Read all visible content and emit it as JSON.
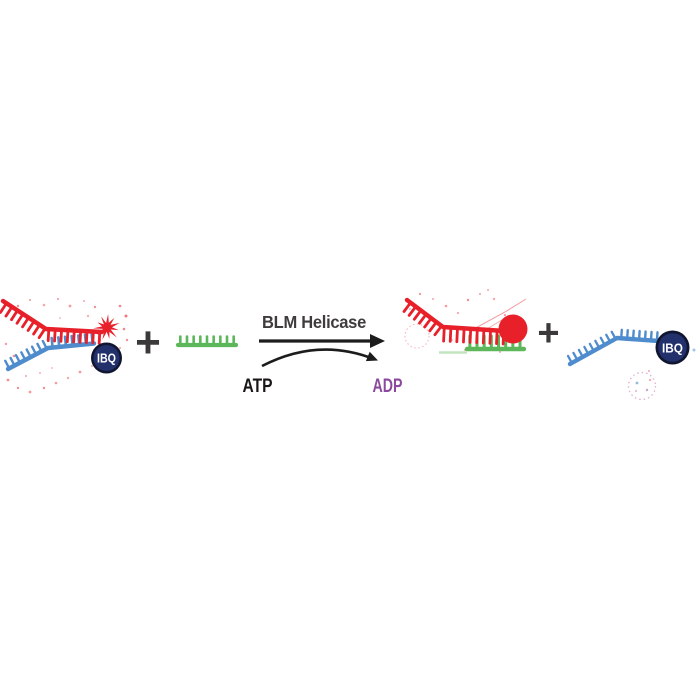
{
  "scheme": {
    "enzyme_label": "BLM Helicase",
    "cofactor_in": "ATP",
    "cofactor_out": "ADP",
    "plus": "+",
    "quencher_label": "IBQ"
  },
  "colors": {
    "red_strand": "#e8202a",
    "blue_strand": "#4e8ccd",
    "green_strand": "#5cb75b",
    "green_shadow": "#9ad497",
    "quencher_fill": "#22306b",
    "quencher_rim": "#10162f",
    "quencher_text": "#ffffff",
    "fluorophore": "#e8202a",
    "arrow": "#1c1c1c",
    "enzyme_text": "#403c3d",
    "atp_text": "#191617",
    "adp_text": "#8b4a9e",
    "plus_sign": "#3b393a",
    "sketch_pink": "#c75da3"
  }
}
